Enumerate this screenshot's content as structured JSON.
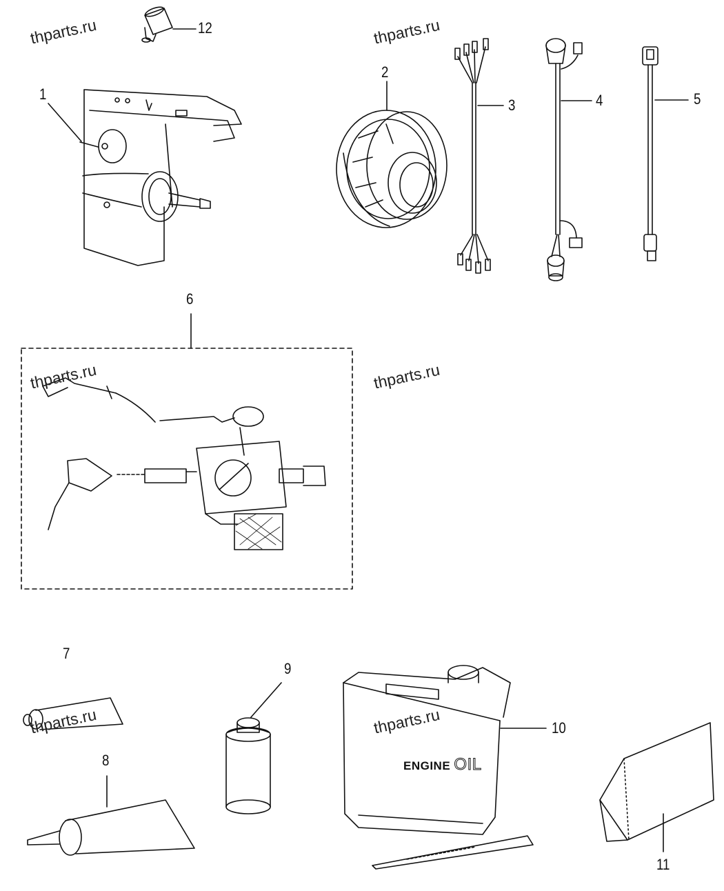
{
  "watermark": "thparts.ru",
  "callouts": [
    "12",
    "1",
    "2",
    "3",
    "4",
    "5",
    "6",
    "7",
    "9",
    "10",
    "8",
    "11"
  ],
  "oil_can": {
    "label_prefix": "ENGINE",
    "label_suffix": "OIL"
  },
  "colors": {
    "line": "#111111",
    "background": "#ffffff"
  }
}
